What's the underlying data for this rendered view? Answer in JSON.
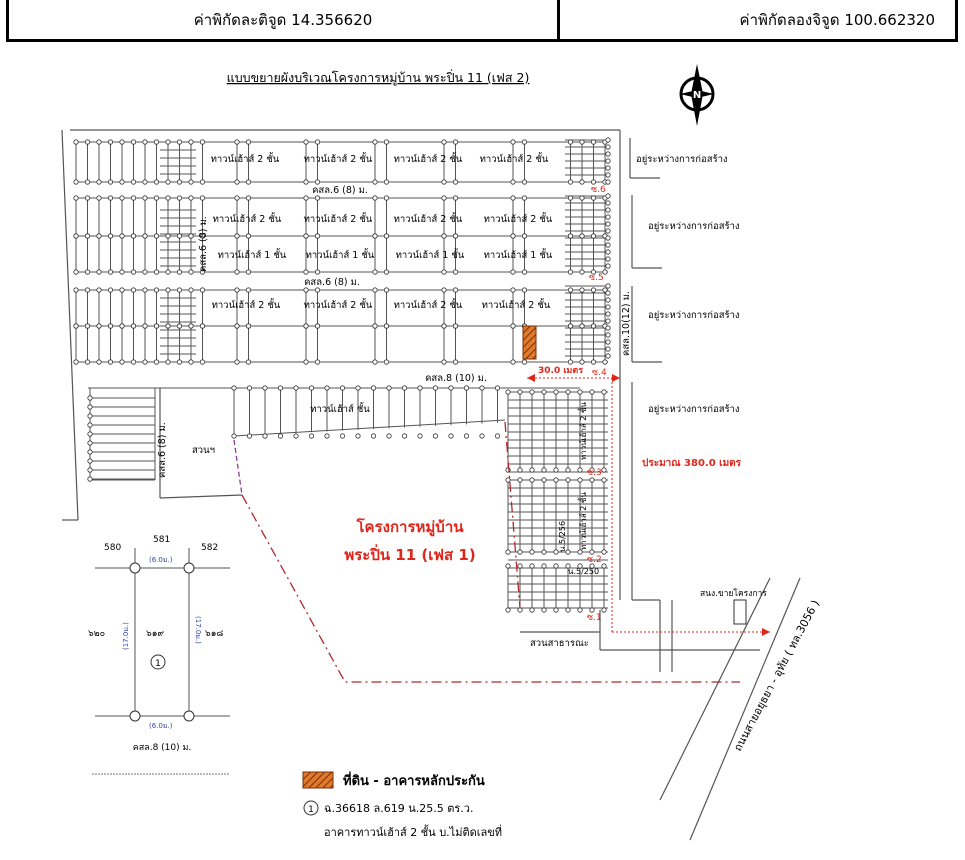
{
  "header": {
    "lat_label": "ค่าพิกัดละติจูด 14.356620",
    "lon_label": "ค่าพิกัดลองจิจูด 100.662320"
  },
  "map": {
    "title": "แบบขยายผังบริเวณโครงการหมู่บ้าน พระปิ่น 11 (เฟส 2)",
    "compass_letter": "N",
    "block_labels": {
      "r1": [
        "ทาวน์เฮ้าส์ 2 ชั้น",
        "ทาวน์เฮ้าส์ 2 ชั้น",
        "ทาวน์เฮ้าส์ 2 ชั้น",
        "ทาวน์เฮ้าส์ 2 ชั้น"
      ],
      "r2": [
        "ทาวน์เฮ้าส์ 2 ชั้น",
        "ทาวน์เฮ้าส์ 2 ชั้น",
        "ทาวน์เฮ้าส์ 2 ชั้น",
        "ทาวน์เฮ้าส์ 2 ชั้น"
      ],
      "r3": [
        "ทาวน์เฮ้าส์ 1 ชั้น",
        "ทาวน์เฮ้าส์ 1 ชั้น",
        "ทาวน์เฮ้าส์ 1 ชั้น",
        "ทาวน์เฮ้าส์ 1 ชั้น"
      ],
      "r4": [
        "ทาวน์เฮ้าส์ 2 ชั้น",
        "ทาวน์เฮ้าส์ 2 ชั้น",
        "ทาวน์เฮ้าส์ 2 ชั้น",
        "ทาวน์เฮ้าส์ 2 ชั้น"
      ],
      "r5": "ทาวน์เฮ้าส์ ชั้น"
    },
    "roads": {
      "r6_top": "คสล.6 (8) ม.",
      "r6_mid": "คสล.6 (8) ม.",
      "r8": "คสล.8 (10) ม.",
      "r6_vert_left": "คสล.6 (8) ม.",
      "r6_vert_low": "คสล.6 (8) ม.",
      "r10_vert": "คสล.10(12) ม.",
      "highway": "ถนนสายอยุธยา - อุทัย ( ทล.3056 )"
    },
    "soi": [
      "ซ.6",
      "ซ.5",
      "ซ.4",
      "ซ.3",
      "ซ.2",
      "ซ.1"
    ],
    "construction": [
      "อยู่ระหว่างการก่อสร้าง",
      "อยู่ระหว่างการก่อสร้าง",
      "อยู่ระหว่างการก่อสร้าง",
      "อยู่ระหว่างการก่อสร้าง"
    ],
    "distance_30": "30.0 เมตร",
    "distance_380": "ประมาณ 380.0 เมตร",
    "phase1_line1": "โครงการหมู่บ้าน",
    "phase1_line2": "พระปิ่น 11 (เฟส 1)",
    "park1": "สวนฯ",
    "park2": "สวนสาธารณะ",
    "sales_office": "สนง.ขายโครงการ",
    "side_labels": {
      "a": "ทาวน์เฮ้าส์ 2 ชั้น",
      "b": "ทาวน์เฮ้าส์ 2 ชั้น",
      "c": "น.5/256",
      "d": "น.5/250"
    }
  },
  "inset": {
    "top_nums": [
      "580",
      "581",
      "582"
    ],
    "left_num": "๖๒๐",
    "center_num": "๖๑๙",
    "right_num": "๖๑๘",
    "dim_top": "(6.0ม.)",
    "dim_bottom": "(6.0ม.)",
    "dim_left": "(17.0ม.)",
    "dim_right": "(17.0ม.)",
    "plot_marker": "1",
    "road": "คสล.8 (10) ม."
  },
  "legend": {
    "title": "ที่ดิน - อาคารหลักประกัน",
    "marker": "1",
    "line1": "ฉ.36618 ล.619 น.25.5 ตร.ว.",
    "line2": "อาคารทาวน์เฮ้าส์ 2 ชั้น บ.ไม่ติดเลขที่"
  },
  "colors": {
    "red": "#e0261b",
    "dark_red": "#b0282e",
    "purple": "#8a3a9a",
    "hatch": "#d2691e",
    "line": "#555555"
  }
}
